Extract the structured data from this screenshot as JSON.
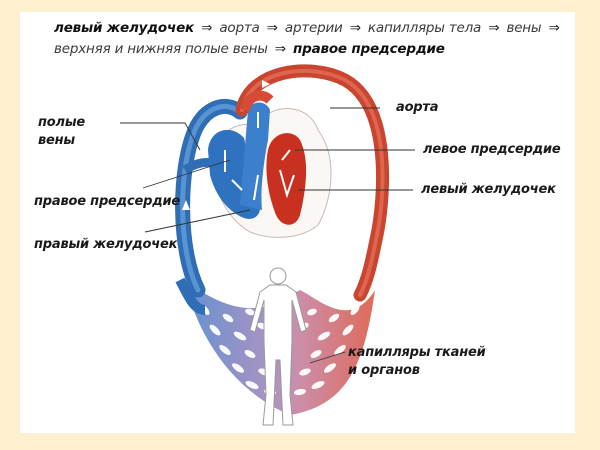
{
  "flow": {
    "line1": [
      {
        "text": "левый желудочек",
        "bold": true
      },
      {
        "text": "⇒",
        "arrow": true
      },
      {
        "text": "аорта"
      },
      {
        "text": "⇒",
        "arrow": true
      },
      {
        "text": "артерии"
      },
      {
        "text": "⇒",
        "arrow": true
      },
      {
        "text": "капилляры тела"
      },
      {
        "text": "⇒",
        "arrow": true
      },
      {
        "text": "вены"
      },
      {
        "text": "⇒",
        "arrow": true
      }
    ],
    "line2": [
      {
        "text": "верхняя и нижняя полые вены"
      },
      {
        "text": "⇒",
        "arrow": true
      },
      {
        "text": "правое предсердие",
        "bold": true
      }
    ]
  },
  "labels": {
    "vena_cava_1": "полые",
    "vena_cava_2": "вены",
    "right_atrium": "правое предсердие",
    "right_ventricle": "правый желудочек",
    "aorta": "аорта",
    "left_atrium": "левое предсердие",
    "left_ventricle": "левый желудочек",
    "capillaries_1": "капилляры тканей",
    "capillaries_2": "и органов"
  },
  "colors": {
    "page_background": "#fdf0cf",
    "panel": "#ffffff",
    "venous_blue": "#3f7fc4",
    "arterial_red": "#d9503c",
    "capillary_mix": "#a86a9a",
    "leader_line": "#333333"
  }
}
